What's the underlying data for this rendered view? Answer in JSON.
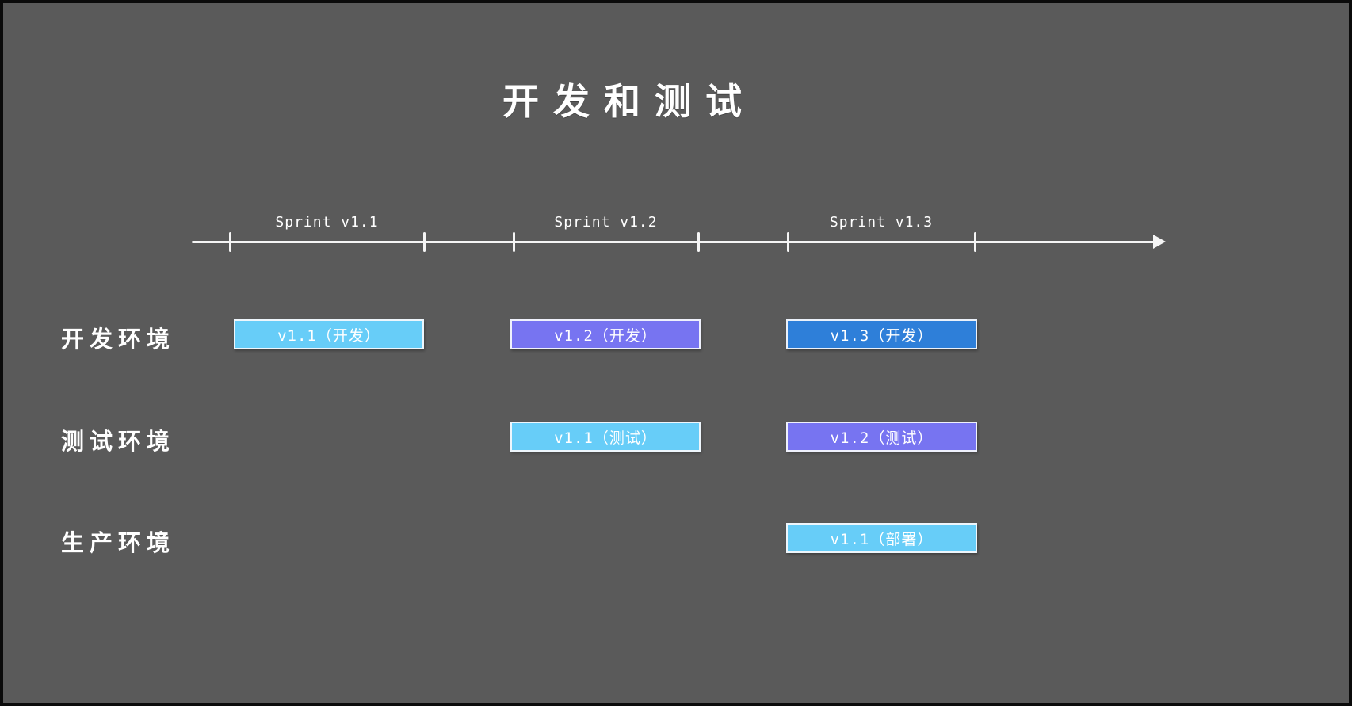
{
  "title": "开发和测试",
  "colors": {
    "background": "#5A5A5A",
    "frame_border": "#0B0B0B",
    "axis": "#F5F5F5",
    "text": "#FFFFFF",
    "bar_skyblue": "#67CDF8",
    "bar_violet": "#7774F1",
    "bar_blue": "#2E7FD9"
  },
  "timeline": {
    "sprints": [
      {
        "label": "Sprint v1.1"
      },
      {
        "label": "Sprint v1.2"
      },
      {
        "label": "Sprint v1.3"
      }
    ]
  },
  "rows": [
    {
      "label": "开发环境",
      "bars": [
        {
          "label": "v1.1（开发）",
          "sprint": 0,
          "color": "#67CDF8"
        },
        {
          "label": "v1.2（开发）",
          "sprint": 1,
          "color": "#7774F1"
        },
        {
          "label": "v1.3（开发）",
          "sprint": 2,
          "color": "#2E7FD9"
        }
      ]
    },
    {
      "label": "测试环境",
      "bars": [
        {
          "label": "v1.1（测试）",
          "sprint": 1,
          "color": "#67CDF8"
        },
        {
          "label": "v1.2（测试）",
          "sprint": 2,
          "color": "#7774F1"
        }
      ]
    },
    {
      "label": "生产环境",
      "bars": [
        {
          "label": "v1.1（部署）",
          "sprint": 2,
          "color": "#67CDF8"
        }
      ]
    }
  ]
}
